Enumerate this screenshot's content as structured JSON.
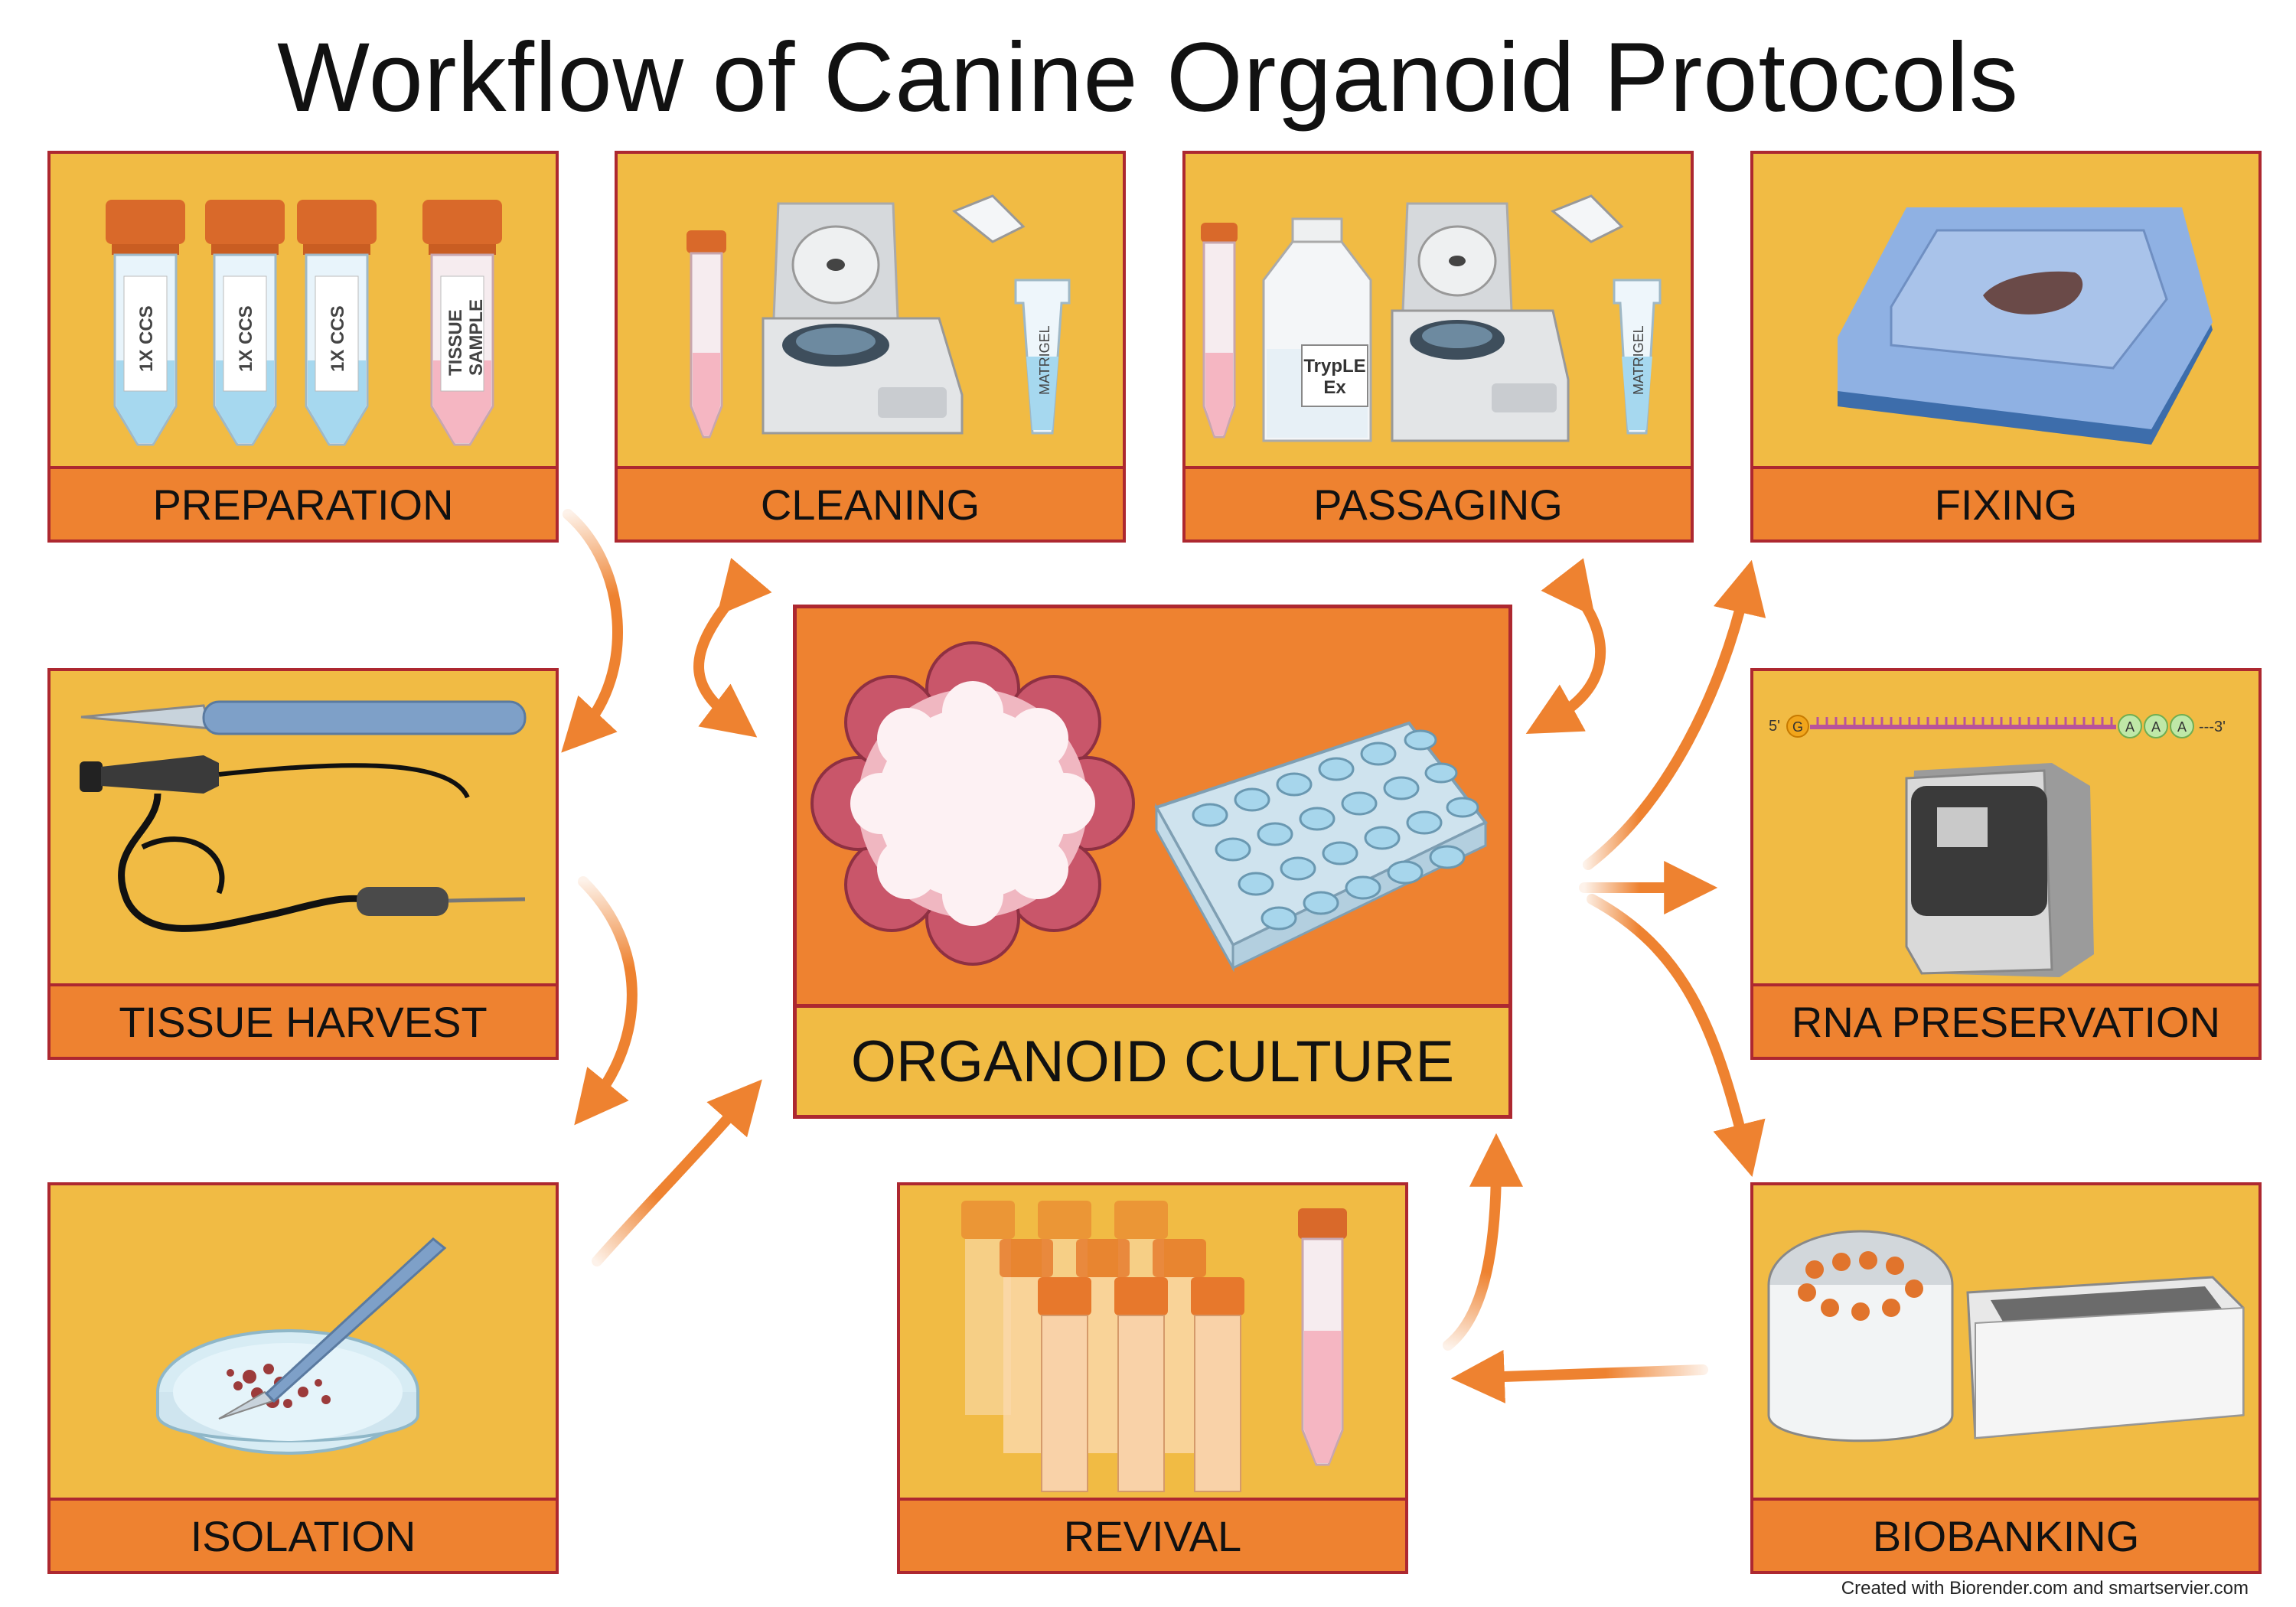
{
  "title": "Workflow of Canine Organoid Protocols",
  "panels": {
    "preparation": "PREPARATION",
    "cleaning": "CLEANING",
    "passaging": "PASSAGING",
    "fixing": "FIXING",
    "tissue_harvest": "TISSUE HARVEST",
    "rna_preservation": "RNA PRESERVATION",
    "isolation": "ISOLATION",
    "revival": "REVIVAL",
    "biobanking": "BIOBANKING",
    "organoid_culture": "ORGANOID CULTURE"
  },
  "tube_labels": {
    "ccs": "1X CCS",
    "tissue_line1": "TISSUE",
    "tissue_line2": "SAMPLE",
    "matrigel": "MATRIGEL",
    "tryple_line1": "TrypLE",
    "tryple_line2": "Ex"
  },
  "rna_strand": {
    "five_prime": "5'",
    "cap": "G",
    "tail": [
      "A",
      "A",
      "A"
    ],
    "three_prime": "---3'"
  },
  "credit": "Created with Biorender.com and smartservier.com",
  "colors": {
    "panel_fill": "#f1bb44",
    "label_fill": "#ee8230",
    "border": "#ad2830",
    "arrow": "#ee8230"
  }
}
